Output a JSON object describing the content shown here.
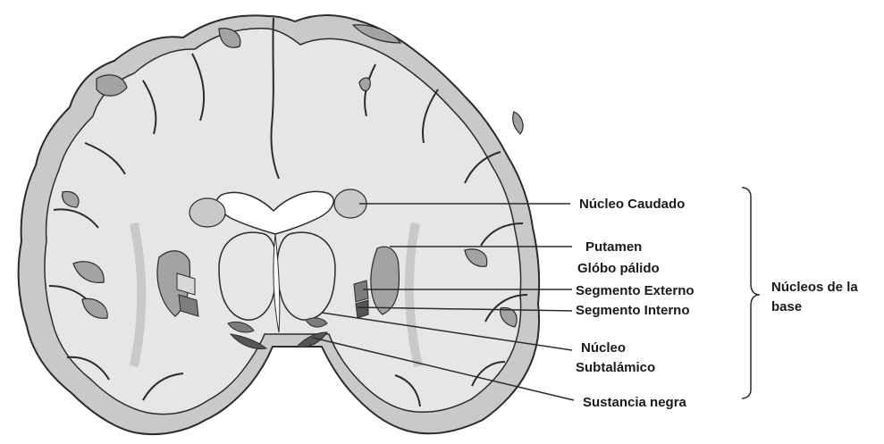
{
  "labels": {
    "caudate": "Núcleo Caudado",
    "putamen": "Putamen",
    "globus_pallidus": "Glóbo pálido",
    "external_segment": "Segmento Externo",
    "internal_segment": "Segmento Interno",
    "subthalamic_line1": "Núcleo",
    "subthalamic_line2": "Subtalámico",
    "substantia_nigra": "Sustancia negra",
    "group_line1": "Núcleos de la",
    "group_line2": "base"
  },
  "colors": {
    "background": "#ffffff",
    "outline": "#2b2b2b",
    "white_matter": "#e6e6e6",
    "cortex": "#c9c9c9",
    "dark_gray": "#a3a3a3",
    "darker_gray": "#7d7d7d",
    "darkest": "#555555"
  }
}
